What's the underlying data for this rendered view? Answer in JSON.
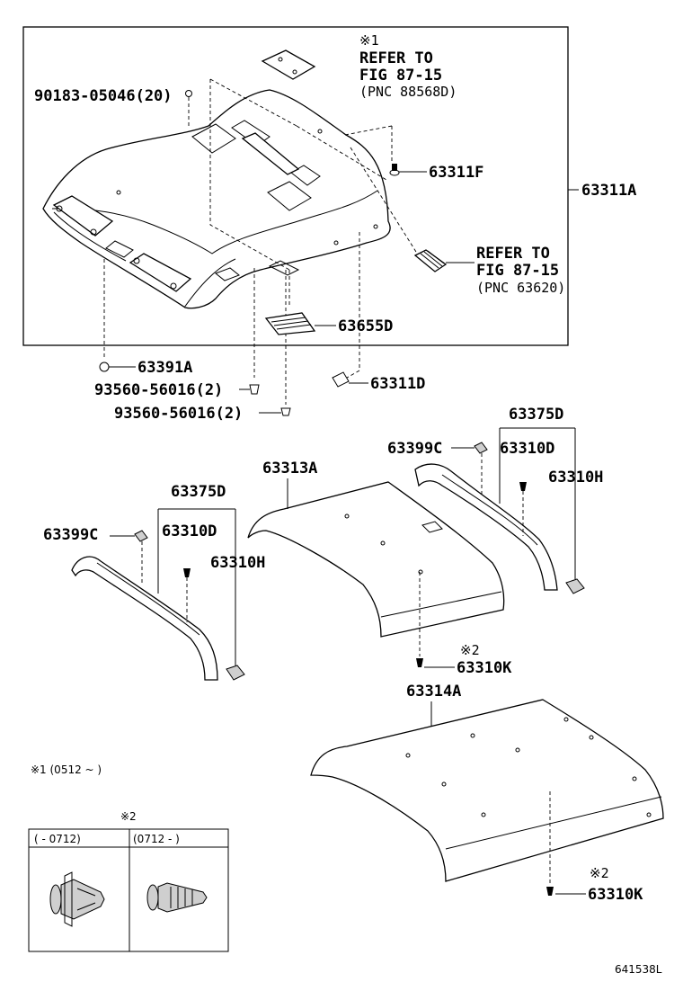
{
  "diagram_id": "641538L",
  "notes": {
    "ref1_mark": "※1",
    "ref2_mark": "※2",
    "refer_fig_a": [
      "REFER TO",
      "FIG 87-15",
      "(PNC 88568D)"
    ],
    "refer_fig_b": [
      "REFER TO",
      "FIG 87-15",
      "(PNC 63620)"
    ],
    "footnote_1": "※1 (0512 ~       )",
    "table_title": "※2",
    "table_col_1": "(       - 0712)",
    "table_col_2": "(0712 -       )"
  },
  "parts": {
    "p90183": "90183-05046(20)",
    "p63311F": "63311F",
    "p63311A": "63311A",
    "p63655D": "63655D",
    "p63391A": "63391A",
    "p93560a": "93560-56016(2)",
    "p93560b": "93560-56016(2)",
    "p63311D": "63311D",
    "p63375D_r": "63375D",
    "p63399C_r": "63399C",
    "p63310D_r": "63310D",
    "p63310H_r": "63310H",
    "p63313A": "63313A",
    "p63375D_l": "63375D",
    "p63399C_l": "63399C",
    "p63310D_l": "63310D",
    "p63310H_l": "63310H",
    "p63310K_a": "63310K",
    "p63314A": "63314A",
    "p63310K_b": "63310K"
  }
}
